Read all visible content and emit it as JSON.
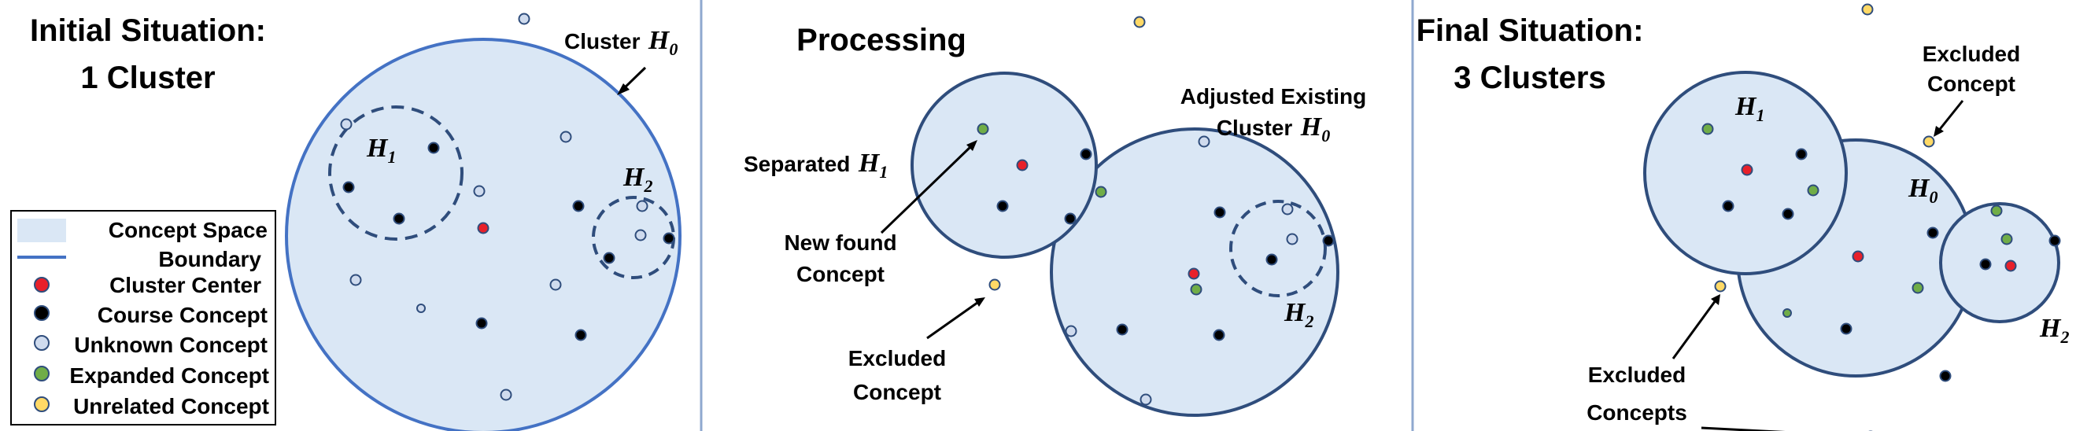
{
  "colors": {
    "fill": "#dae7f5",
    "stroke": "#2f4d7c",
    "boundary": "#4472c4",
    "divider": "#8fa8cf",
    "red": "#e8202a",
    "black": "#000000",
    "unknown": "#cfdbee",
    "expanded": "#70ad47",
    "unrelated": "#ffd966"
  },
  "panel1": {
    "title_line1": "Initial Situation:",
    "title_line2": "1 Cluster",
    "cluster_label": "Cluster",
    "h0": {
      "sym": "H",
      "sub": "0"
    },
    "h1": {
      "sym": "H",
      "sub": "1"
    },
    "h2": {
      "sym": "H",
      "sub": "2"
    }
  },
  "panel2": {
    "title": "Processing",
    "adjusted_line1": "Adjusted Existing",
    "adjusted_line2": "Cluster",
    "separated": "Separated",
    "new_found_line1": "New found",
    "new_found_line2": "Concept",
    "excluded_line1": "Excluded",
    "excluded_line2": "Concept",
    "h0": {
      "sym": "H",
      "sub": "0"
    },
    "h1": {
      "sym": "H",
      "sub": "1"
    },
    "h2": {
      "sym": "H",
      "sub": "2"
    }
  },
  "panel3": {
    "title_line1": "Final Situation:",
    "title_line2": "3 Clusters",
    "excluded_top_line1": "Excluded",
    "excluded_top_line2": "Concept",
    "excluded_bottom_line1": "Excluded",
    "excluded_bottom_line2": "Concepts",
    "h0": {
      "sym": "H",
      "sub": "0"
    },
    "h1": {
      "sym": "H",
      "sub": "1"
    },
    "h2": {
      "sym": "H",
      "sub": "2"
    }
  },
  "legend": {
    "items": [
      {
        "label": "Concept Space",
        "marker": "fill-rect"
      },
      {
        "label": "Boundary",
        "marker": "line"
      },
      {
        "label": "Cluster Center",
        "marker": "red-dot"
      },
      {
        "label": "Course Concept",
        "marker": "black-dot"
      },
      {
        "label": "Unknown Concept",
        "marker": "unknown-dot"
      },
      {
        "label": "Expanded Concept",
        "marker": "green-dot"
      },
      {
        "label": "Unrelated Concept",
        "marker": "yellow-dot"
      }
    ]
  }
}
